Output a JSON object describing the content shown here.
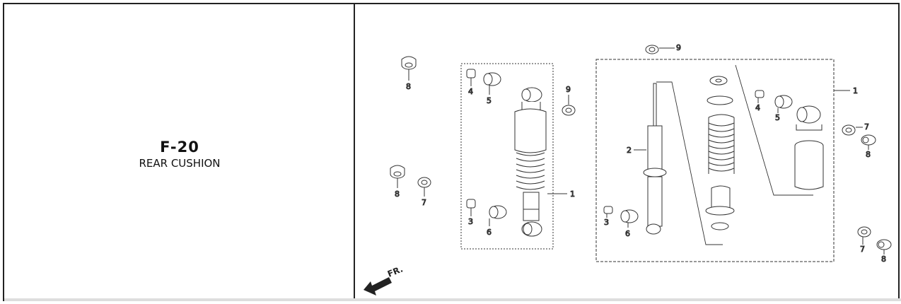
{
  "section": {
    "code": "F-20",
    "name": "REAR CUSHION"
  },
  "diagram": {
    "direction_label": "FR.",
    "callouts": {
      "left_nut_top": "8",
      "left_nut_mid": "8",
      "left_washer_mid": "7",
      "left_collar_top": "4",
      "left_bush_top": "5",
      "left_collar_bot": "3",
      "left_bush_bot": "6",
      "left_washer_top": "9",
      "left_assembly": "1",
      "right_washer_top": "9",
      "right_rod": "2",
      "right_collar_bot": "3",
      "right_bush_bot": "6",
      "right_collar_top": "4",
      "right_bush_top": "5",
      "right_assembly": "1",
      "right_washer_a": "7",
      "right_nut_a": "8",
      "right_washer_b": "7",
      "right_nut_b": "8"
    }
  }
}
